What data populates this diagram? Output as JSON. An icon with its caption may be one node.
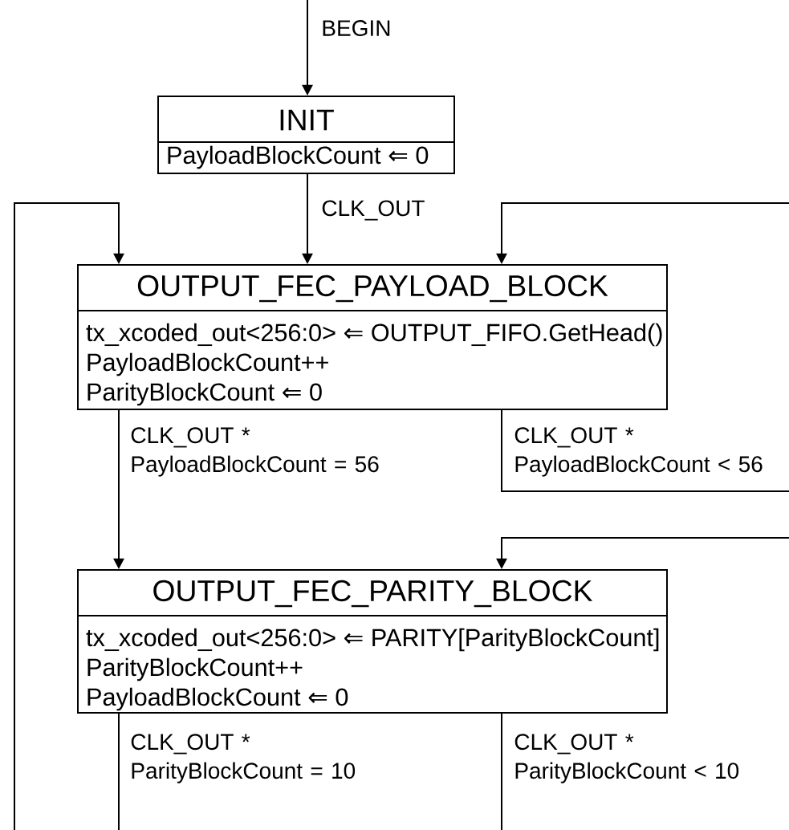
{
  "diagram": {
    "nodes": [
      {
        "text": [
          "INIT",
          "PayloadBlockCount ⇐ 0"
        ]
      },
      {
        "text": [
          "OUTPUT_FEC_PAYLOAD_BLOCK",
          "tx_xcoded_out<256:0> ⇐ OUTPUT_FIFO.GetHead()",
          "PayloadBlockCount++",
          "ParityBlockCount ⇐ 0"
        ]
      },
      {
        "text": [
          "OUTPUT_FEC_PARITY_BLOCK",
          "tx_xcoded_out<256:0> ⇐ PARITY[ParityBlockCount]",
          "ParityBlockCount++",
          "PayloadBlockCount ⇐ 0"
        ]
      }
    ],
    "edges": [
      {
        "from": null,
        "to": 0,
        "arrow": "to",
        "label": "BEGIN"
      },
      {
        "from": 0,
        "to": 1,
        "arrow": "to",
        "label": "CLK_OUT"
      },
      {
        "from": 1,
        "to": 2,
        "arrow": "to",
        "label": "CLK_OUT * PayloadBlockCount = 56"
      },
      {
        "from": 1,
        "to": 1,
        "arrow": "to",
        "label": "CLK_OUT * PayloadBlockCount < 56"
      },
      {
        "from": 2,
        "to": 1,
        "arrow": "to",
        "label": "CLK_OUT * ParityBlockCount = 10"
      },
      {
        "from": 2,
        "to": 2,
        "arrow": "to",
        "label": "CLK_OUT * ParityBlockCount < 10"
      }
    ]
  }
}
